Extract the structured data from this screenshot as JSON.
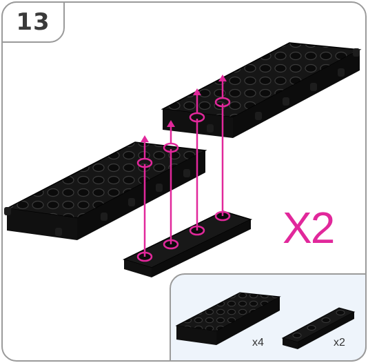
{
  "step": {
    "number": "13"
  },
  "assembly": {
    "multiplier": "X2"
  },
  "parts": [
    {
      "icon": "brick-plate-4x8-icon",
      "qty": "x4"
    },
    {
      "icon": "flat-plate-1x4-icon",
      "qty": "x2"
    }
  ],
  "colors": {
    "accent": "#e1289b",
    "frame": "#9a9a9a",
    "panel": "#eef4fb",
    "brick": "#1a1a1a"
  }
}
